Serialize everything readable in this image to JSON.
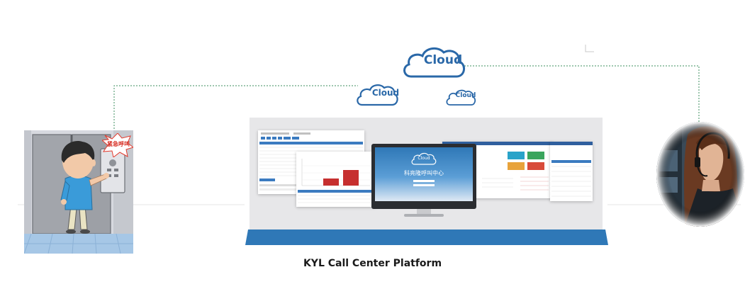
{
  "diagram": {
    "caption": "KYL Call Center Platform",
    "clouds": [
      {
        "label": "Cloud"
      },
      {
        "label": "Cloud"
      },
      {
        "label": "Cloud"
      }
    ],
    "monitor_cloud_label": "Cloud",
    "monitor_title": "科亮隆呼叫中心",
    "elevator_bubble_text": "紧急呼叫",
    "colors": {
      "platform_blue": "#2f78b7",
      "cloud_blue": "#2a68a8",
      "connector_green": "#3d8f5f",
      "shirt_blue": "#3a9bd9"
    }
  }
}
